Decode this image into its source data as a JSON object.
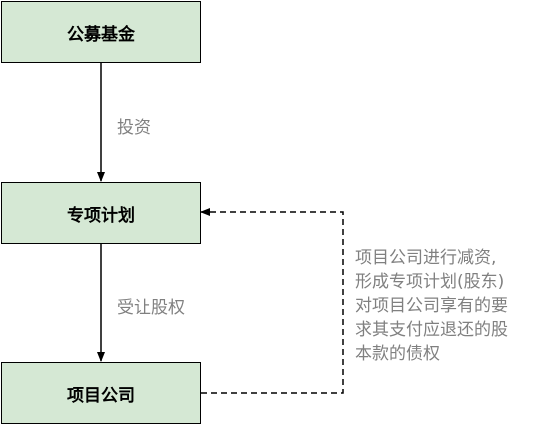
{
  "colors": {
    "node_fill": "#D5E8D4",
    "node_border": "#000000",
    "edge": "#000000",
    "label_text": "#808080"
  },
  "nodes": {
    "fund": {
      "label": "公募基金"
    },
    "plan": {
      "label": "专项计划"
    },
    "company": {
      "label": "项目公司"
    }
  },
  "edges": {
    "fund_to_plan": {
      "label": "投资"
    },
    "plan_to_company": {
      "label": "受让股权"
    },
    "company_to_plan": {
      "style": "dashed"
    }
  },
  "note": {
    "lines": [
      "项目公司进行减资,",
      "形成专项计划(股东)",
      "对项目公司享有的要",
      "求其支付应退还的股",
      "本款的债权"
    ]
  }
}
